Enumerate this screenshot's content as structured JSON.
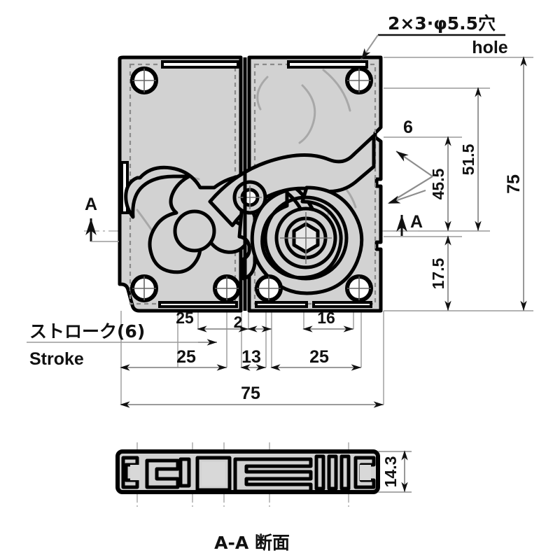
{
  "drawing": {
    "type": "mechanical-engineering-drawing",
    "subject": "latch / catch mechanism plate",
    "units": "mm",
    "background_color": "#ffffff",
    "line_color": "#000000",
    "fill_color": "#d2d2d2",
    "thin_line_color": "#9a9a9a"
  },
  "annotations": {
    "hole_callout_jp": "2×3·φ5.5穴",
    "hole_callout_en": "hole",
    "stroke_label_jp": "ストローク(6)",
    "stroke_label_en": "Stroke",
    "section_caption": "A-A  断面",
    "section_mark_left": "A",
    "section_mark_right": "A"
  },
  "dimensions": {
    "right_side": [
      {
        "value": "45.5",
        "orientation": "vertical"
      },
      {
        "value": "51.5",
        "orientation": "vertical"
      },
      {
        "value": "75",
        "orientation": "vertical"
      },
      {
        "value": "17.5",
        "orientation": "vertical"
      }
    ],
    "leader": [
      {
        "value": "6",
        "orientation": "diagonal"
      }
    ],
    "bottom_upper_chain": [
      {
        "value": "25"
      },
      {
        "value": "2"
      },
      {
        "value": "16"
      }
    ],
    "bottom_mid_chain": [
      {
        "value": "25"
      },
      {
        "value": "13"
      },
      {
        "value": "25"
      }
    ],
    "bottom_overall": {
      "value": "75"
    },
    "section_view": {
      "value": "14.3",
      "orientation": "vertical"
    }
  },
  "views": {
    "front": {
      "name": "front-view",
      "width_mm": 75,
      "height_mm": 75
    },
    "section": {
      "name": "section-view-a-a",
      "thickness_mm": 14.3
    }
  }
}
